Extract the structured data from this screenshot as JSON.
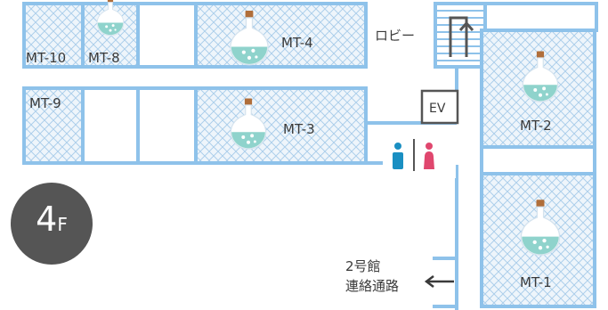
{
  "floor": {
    "number": "4",
    "unit": "F"
  },
  "rooms": {
    "mt1": "MT-1",
    "mt2": "MT-2",
    "mt3": "MT-3",
    "mt4": "MT-4",
    "mt8": "MT-8",
    "mt9": "MT-9",
    "mt10": "MT-10"
  },
  "labels": {
    "lobby": "ロビー",
    "elevator": "EV",
    "connection_line1": "2号館",
    "connection_line2": "連絡通路"
  },
  "icons": {
    "lab": "flask-icon",
    "restroom": "restroom-icon",
    "stairs": "stairs-icon",
    "arrow": "arrow-left-icon"
  },
  "colors": {
    "wall": "#8ec2ea",
    "lab_fill": "#eef5fb",
    "flask_liquid": "#8fd3cc",
    "flask_cork": "#b06e3a",
    "male": "#1a8fc2",
    "female": "#e0476e",
    "badge": "#555555"
  }
}
